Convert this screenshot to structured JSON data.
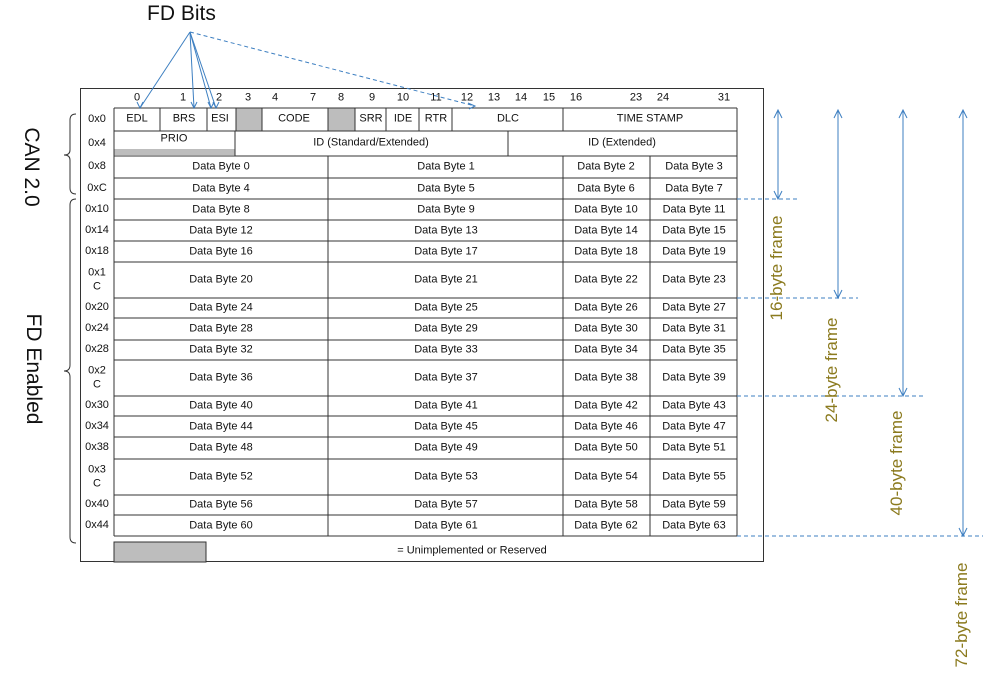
{
  "title": "FD Bits",
  "bit_positions": [
    "0",
    "1",
    "2",
    "3",
    "4",
    "7",
    "8",
    "9",
    "10",
    "11",
    "12",
    "13",
    "14",
    "15",
    "16",
    "23",
    "24",
    "31"
  ],
  "row0_fields": [
    "EDL",
    "BRS",
    "ESI",
    "CODE",
    "SRR",
    "IDE",
    "RTR",
    "DLC",
    "TIME STAMP"
  ],
  "row1_fields": [
    "PRIO",
    "ID (Standard/Extended)",
    "ID (Extended)"
  ],
  "addresses": [
    "0x0",
    "0x4",
    "0x8",
    "0xC",
    "0x10",
    "0x14",
    "0x18",
    "0x1\nC",
    "0x20",
    "0x24",
    "0x28",
    "0x2\nC",
    "0x30",
    "0x34",
    "0x38",
    "0x3\nC",
    "0x40",
    "0x44"
  ],
  "data_bytes": [
    [
      "Data Byte 0",
      "Data Byte 1",
      "Data Byte 2",
      "Data Byte 3"
    ],
    [
      "Data Byte 4",
      "Data Byte 5",
      "Data Byte 6",
      "Data Byte 7"
    ],
    [
      "Data Byte 8",
      "Data Byte 9",
      "Data Byte 10",
      "Data Byte 11"
    ],
    [
      "Data Byte 12",
      "Data Byte 13",
      "Data Byte 14",
      "Data Byte 15"
    ],
    [
      "Data Byte 16",
      "Data Byte 17",
      "Data Byte 18",
      "Data Byte 19"
    ],
    [
      "Data Byte 20",
      "Data Byte 21",
      "Data Byte 22",
      "Data Byte 23"
    ],
    [
      "Data Byte 24",
      "Data Byte 25",
      "Data Byte 26",
      "Data Byte 27"
    ],
    [
      "Data Byte 28",
      "Data Byte 29",
      "Data Byte 30",
      "Data Byte 31"
    ],
    [
      "Data Byte 32",
      "Data Byte 33",
      "Data Byte 34",
      "Data Byte 35"
    ],
    [
      "Data Byte 36",
      "Data Byte 37",
      "Data Byte 38",
      "Data Byte 39"
    ],
    [
      "Data Byte 40",
      "Data Byte 41",
      "Data Byte 42",
      "Data Byte 43"
    ],
    [
      "Data Byte 44",
      "Data Byte 45",
      "Data Byte 46",
      "Data Byte 47"
    ],
    [
      "Data Byte 48",
      "Data Byte 49",
      "Data Byte 50",
      "Data Byte 51"
    ],
    [
      "Data Byte 52",
      "Data Byte 53",
      "Data Byte 54",
      "Data Byte 55"
    ],
    [
      "Data Byte 56",
      "Data Byte 57",
      "Data Byte 58",
      "Data Byte 59"
    ],
    [
      "Data Byte 60",
      "Data Byte 61",
      "Data Byte 62",
      "Data Byte 63"
    ]
  ],
  "legend": "= Unimplemented or Reserved",
  "section_labels": [
    "CAN 2.0",
    "FD Enabled"
  ],
  "frame_labels": [
    "16-byte frame",
    "24-byte frame",
    "40-byte frame",
    "72-byte frame"
  ],
  "colors": {
    "reserved": "#bdbdbd",
    "arrow": "#3d7fc1",
    "frame_text": "#8b7a1e",
    "grid": "#333333"
  }
}
